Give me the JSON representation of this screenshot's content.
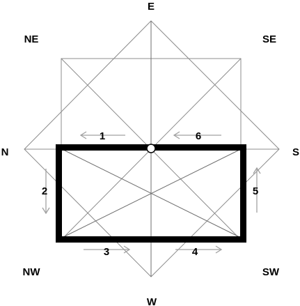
{
  "compass": {
    "north": "N",
    "northeast": "NE",
    "east": "E",
    "southeast": "SE",
    "south": "S",
    "southwest": "SW",
    "west": "W",
    "northwest": "NW"
  },
  "steps": [
    "1",
    "2",
    "3",
    "4",
    "5",
    "6"
  ],
  "colors": {
    "rectangle": "#000000",
    "guide_lines": "#8c8c8c",
    "arrows": "#a0a0a0",
    "background": "#ffffff"
  }
}
